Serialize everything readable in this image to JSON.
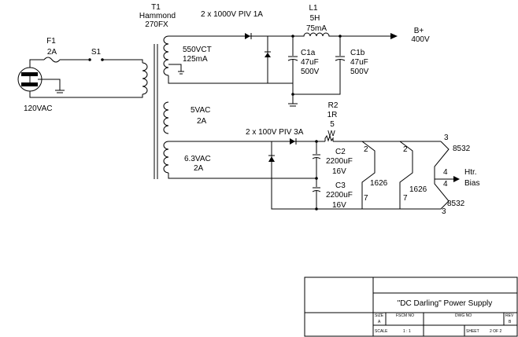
{
  "labels": {
    "t1_ref": "T1",
    "t1_name": "Hammond",
    "t1_part": "270FX",
    "d1_rating": "2 x 1000V PIV 1A",
    "l1_ref": "L1",
    "l1_value": "5H",
    "l1_current": "75mA",
    "bplus_name": "B+",
    "bplus_volts": "400V",
    "f1_ref": "F1",
    "f1_value": "2A",
    "s1_ref": "S1",
    "mains": "120VAC",
    "hv_secondary": "550VCT",
    "hv_current": "125mA",
    "c1a_ref": "C1a",
    "c1a_value": "47uF",
    "c1a_voltage": "500V",
    "c1b_ref": "C1b",
    "c1b_value": "47uF",
    "c1b_voltage": "500V",
    "r2_ref": "R2",
    "r2_value": "1R",
    "r2_power1": "5",
    "r2_power2": "W",
    "fil5_volts": "5VAC",
    "fil5_current": "2A",
    "d2_rating": "2 x 100V PIV 3A",
    "fil63_volts": "6.3VAC",
    "fil63_current": "2A",
    "c2_ref": "C2",
    "c2_value": "2200uF",
    "c2_voltage": "16V",
    "c3_ref": "C3",
    "c3_value": "2200uF",
    "c3_voltage": "16V",
    "tube1_name": "1626",
    "tube1_pin_top": "2",
    "tube1_pin_bottom": "7",
    "tube2_name": "1626",
    "tube2_pin_top": "2",
    "tube2_pin_bottom": "7",
    "tube3_pin_top": "3",
    "tube3_name": "8532",
    "tube4_name": "8532",
    "tube4_pin_bottom": "3",
    "htr_pin_upper": "4",
    "htr_pin_lower": "4",
    "htr_line1": "Htr.",
    "htr_line2": "Bias"
  },
  "title_block": {
    "title": "\"DC Darling\" Power Supply",
    "size_label": "SIZE",
    "size_value": "A",
    "fscm_label": "FSCM NO",
    "dwg_label": "DWG NO",
    "rev_label": "REV",
    "rev_value": "B",
    "scale_label": "SCALE",
    "scale_value": "1 : 1",
    "sheet_label": "SHEET",
    "sheet_value": "2 OF 2"
  }
}
